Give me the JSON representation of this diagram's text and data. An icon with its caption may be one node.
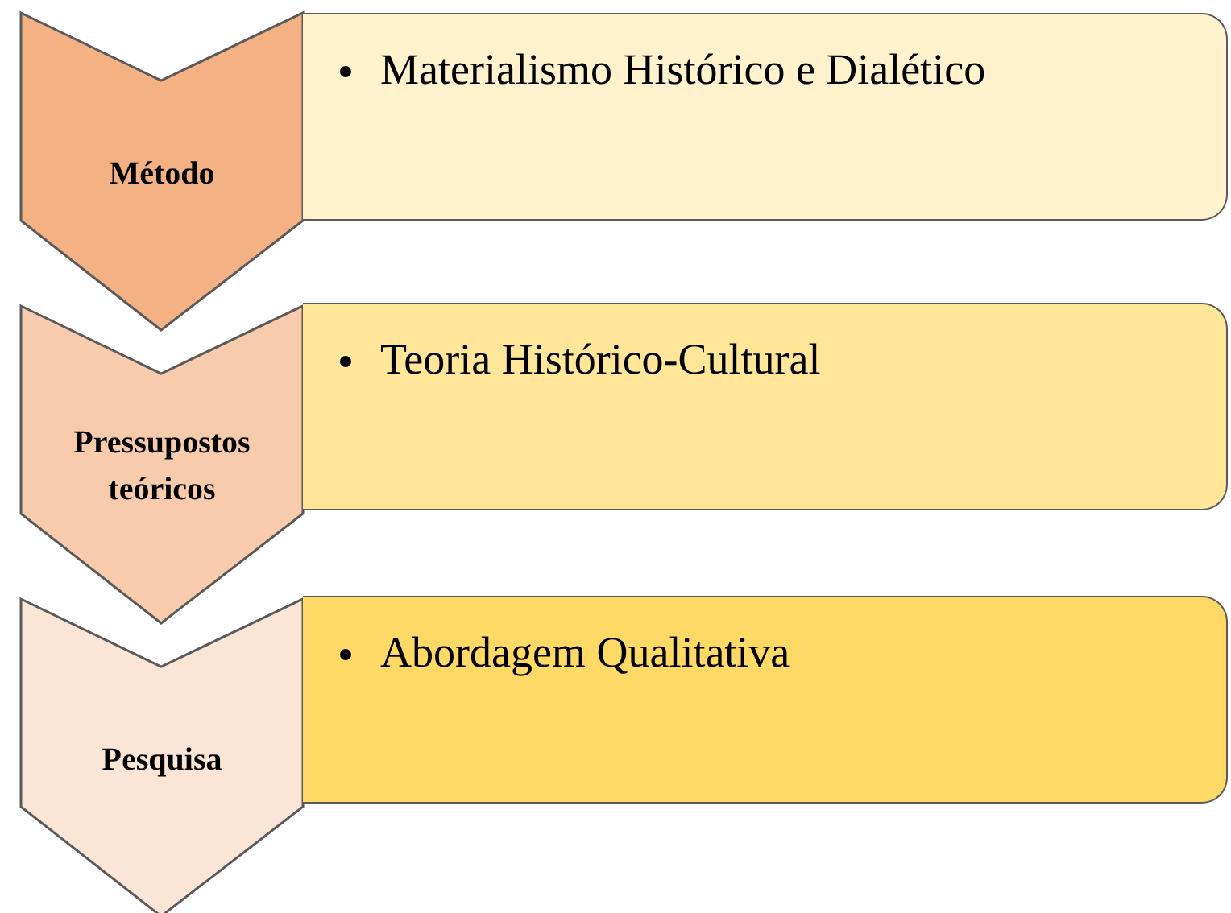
{
  "diagram": {
    "nodes": [
      {
        "text": [
          "Método"
        ]
      },
      {
        "text": [
          "Materialismo Histórico e Dialético"
        ]
      },
      {
        "text": [
          "Pressupostos teóricos"
        ]
      },
      {
        "text": [
          "Teoria Histórico-Cultural"
        ]
      },
      {
        "text": [
          "Pesquisa"
        ]
      },
      {
        "text": [
          "Abordagem Qualitativa"
        ]
      }
    ]
  }
}
